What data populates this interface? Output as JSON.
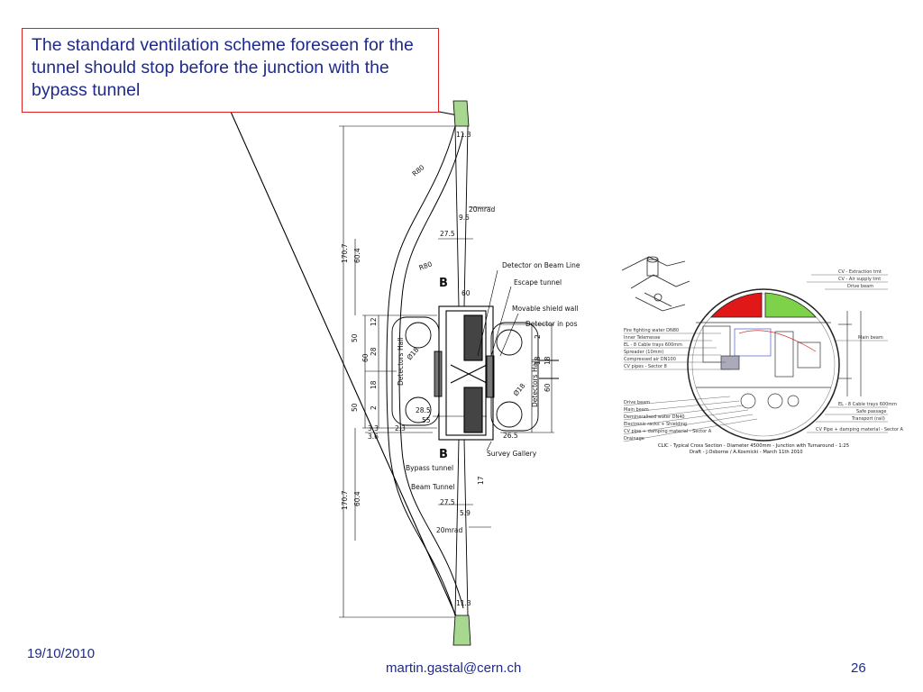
{
  "callout": {
    "text": "The standard ventilation scheme foreseen for the tunnel should stop before the junction with the bypass tunnel",
    "border_color": "#e02020",
    "text_color": "#1f2a8a"
  },
  "footer": {
    "date": "19/10/2010",
    "email": "martin.gastal@cern.ch",
    "page": "26"
  },
  "plan_drawing": {
    "labels": {
      "detector_on_beam_line": "Detector on Beam Line",
      "escape_tunnel": "Escape tunnel",
      "movable_shield_wall": "Movable shield wall",
      "detector_in_pos": "Detector in pos",
      "detectors_hall": "Detectors Hall",
      "survey_gallery": "Survey Gallery",
      "bypass_tunnel": "Bypass tunnel",
      "beam_tunnel": "Beam Tunnel",
      "section_b": "B",
      "mrad_top": "20mrad",
      "mrad_bottom": "20mrad",
      "r80_a": "R80",
      "r80_b": "R80"
    },
    "dimensions": {
      "d_11_3_top": "11.3",
      "d_9_5": "9.5",
      "d_27_5_top": "27.5",
      "d_60": "60",
      "d_170_7_top": "170.7",
      "d_60_4_top": "60.4",
      "d_50_top": "50",
      "d_12": "12",
      "d_28": "28",
      "d_60_mid": "60",
      "d_18_a": "18",
      "d_2": "2",
      "d_50_bot": "50",
      "d_3_3": "3.3",
      "d_3_6": "3.6",
      "d_2_3": "2.3",
      "d_28_5": "28.5",
      "d_55": "55",
      "d_26_5": "26.5",
      "d_18_b": "18",
      "d_60_right": "60",
      "d_18_c": "18",
      "d_2_right": "2",
      "d_phi18_a": "Ø18",
      "d_phi18_b": "Ø18",
      "d_17": "17",
      "d_27_5_bot": "27.5",
      "d_5_9": "5.9",
      "d_11_3_bot": "11.3",
      "d_170_7_bot": "170.7",
      "d_60_4_bot": "60.4"
    },
    "colors": {
      "ventilation_end": "#a8d890"
    }
  },
  "cross_section": {
    "title_line1": "CLIC - Typical Cross Section - Diameter 4500mm - Junction with Turnaround - 1:25",
    "title_line2": "Draft - J.Osborne / A.Kosmicki - March 11th 2010",
    "colors": {
      "red_sector": "#e01818",
      "green_sector": "#7ed24a"
    },
    "left_labels": [
      "Fire fighting water DN80",
      "Inner Telemesse",
      "EL - 8 Cable trays 600mm",
      "Spreader (10mm)",
      "Compressed air DN100",
      "CV pipes - Sector 8",
      "Drive beam",
      "Main beam",
      "Demineralised water DN40",
      "Electronic racks + Shielding",
      "CV pipe + damping material - Sector A",
      "Drainage"
    ],
    "right_labels": [
      "CV - Extraction tmt",
      "CV - Air supply tmt",
      "Drive beam",
      "Main beam",
      "EL - 8 Cable trays 600mm",
      "Safe passage",
      "Transport (rail)",
      "CV Pipe + damping material - Sector A"
    ]
  }
}
